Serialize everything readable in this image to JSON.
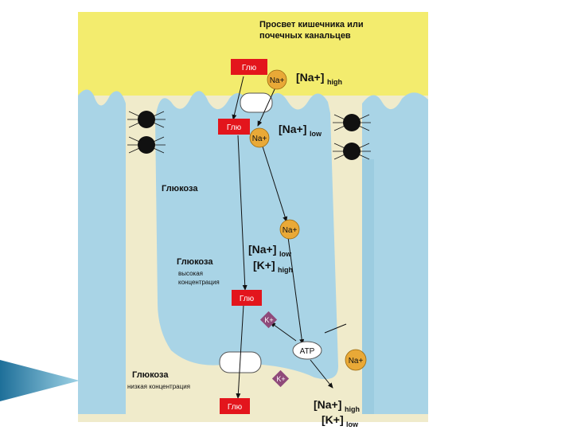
{
  "lumen_label": {
    "line1": "Просвет кишечника или",
    "line2": "почечных канальцев"
  },
  "glucose_box": "Глю",
  "na_ion": "Na+",
  "k_ion": "K+",
  "atp": "ATP",
  "conc_lumen": {
    "ion": "[Na+]",
    "level": "high"
  },
  "conc_apical": {
    "ion": "[Na+]",
    "level": "low"
  },
  "conc_cell": {
    "na_ion": "[Na+]",
    "na_level": "low",
    "k_ion": "[K+]",
    "k_level": "high"
  },
  "conc_blood": {
    "na_ion": "[Na+]",
    "na_level": "high",
    "k_ion": "[K+]",
    "k_level": "low"
  },
  "glucose_top": "Глюкоза",
  "glucose_mid": {
    "title": "Глюкоза",
    "line1": "высокая",
    "line2": "концентрация"
  },
  "glucose_bottom": {
    "title": "Глюкоза",
    "sub": "низкая концентрация"
  },
  "colors": {
    "lumen": "#f3ec6e",
    "cell": "#a9d4e6",
    "interstitial": "#f0ebcb",
    "glucose": "#e3151c",
    "sodium": "#e9a937",
    "potassium": "#8f4a7a",
    "junction": "#111111",
    "slide_accent": "#1e6f99"
  }
}
